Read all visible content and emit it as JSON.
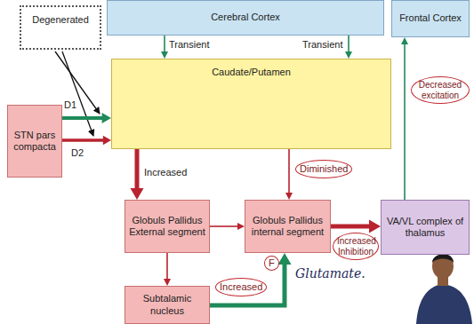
{
  "diagram": {
    "nodes": [
      {
        "text": [
          "Degenerated"
        ]
      },
      {
        "text": [
          "Cerebral Cortex"
        ]
      },
      {
        "text": [
          "Frontal Cortex"
        ]
      },
      {
        "text": [
          "STN pars compacta"
        ]
      },
      {
        "text": [
          "Caudate/Putamen"
        ]
      },
      {
        "text": [
          "Globuls Pallidus External segment"
        ]
      },
      {
        "text": [
          "Globuls Pallidus internal segment"
        ]
      },
      {
        "text": [
          "VA/VL complex of thalamus"
        ]
      },
      {
        "text": [
          "Subtalamic nucleus"
        ]
      }
    ],
    "edges": [
      {
        "from": 1,
        "to": 4,
        "label": "Transient",
        "arrow": "to"
      },
      {
        "from": 1,
        "to": 4,
        "label": "Transient",
        "arrow": "to"
      },
      {
        "from": 3,
        "to": 4,
        "label": "D1",
        "arrow": "to"
      },
      {
        "from": 3,
        "to": 4,
        "label": "D2",
        "arrow": "to"
      },
      {
        "from": 4,
        "to": 5,
        "label": "Increased",
        "arrow": "to"
      },
      {
        "from": 4,
        "to": 6,
        "label": "Diminished",
        "arrow": "to"
      },
      {
        "from": 5,
        "to": 6,
        "arrow": "to"
      },
      {
        "from": 5,
        "to": 8,
        "arrow": "to"
      },
      {
        "from": 8,
        "to": 6,
        "label": "Increased",
        "arrow": "to"
      },
      {
        "from": 6,
        "to": 7,
        "label": "Increased Inhibition",
        "arrow": "to"
      },
      {
        "from": 7,
        "to": 2,
        "arrow": "to"
      }
    ],
    "labels": [
      "Decreased excitation",
      "F",
      "Glutamate."
    ]
  }
}
